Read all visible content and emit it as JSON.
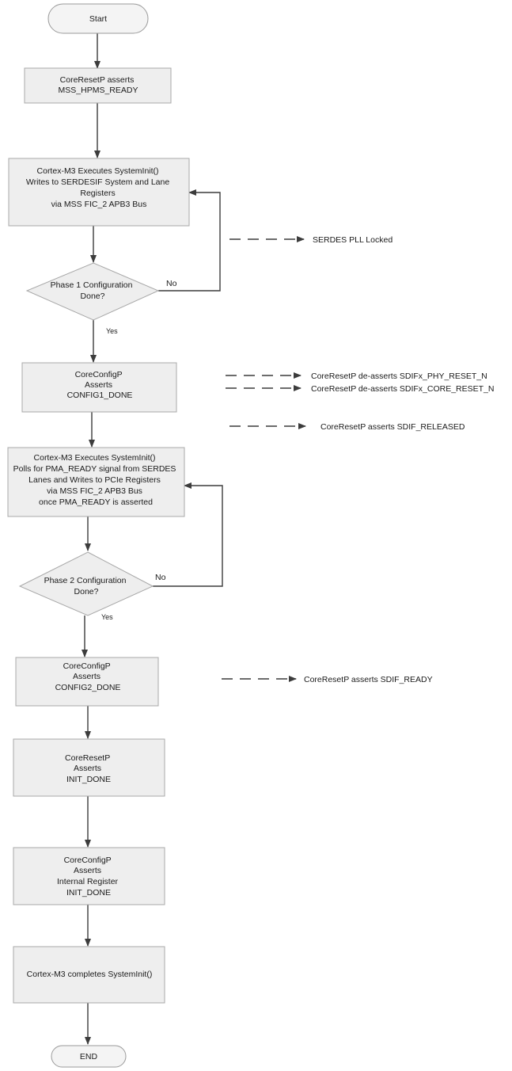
{
  "nodes": {
    "start": "Start",
    "assert_hpms": [
      "CoreResetP asserts",
      "MSS_HPMS_READY"
    ],
    "phase1_init": [
      "Cortex-M3 Executes SystemInit()",
      "Writes to SERDESIF System and Lane",
      "Registers",
      "via MSS FIC_2 APB3 Bus"
    ],
    "phase1_decision": [
      "Phase 1 Configuration",
      "Done?"
    ],
    "config1": [
      "CoreConfigP",
      "Asserts",
      "CONFIG1_DONE"
    ],
    "phase2_init": [
      "Cortex-M3 Executes SystemInit()",
      "Polls for PMA_READY signal from SERDES",
      "Lanes  and  Writes to PCIe  Registers",
      "via MSS FIC_2 APB3 Bus",
      "once PMA_READY is asserted"
    ],
    "phase2_decision": [
      "Phase 2 Configuration",
      "Done?"
    ],
    "config2": [
      "CoreConfigP",
      "Asserts",
      "CONFIG2_DONE"
    ],
    "init_done": [
      "CoreResetP",
      "Asserts",
      "INIT_DONE"
    ],
    "internal_init_done": [
      "CoreConfigP",
      "Asserts",
      "Internal Register",
      "INIT_DONE"
    ],
    "complete": "Cortex-M3 completes SystemInit()",
    "end": "END"
  },
  "edge_labels": {
    "no_1": "No",
    "yes_1": "Yes",
    "no_2": "No",
    "yes_2": "Yes"
  },
  "signals": {
    "pll_locked": "SERDES  PLL Locked",
    "phy_reset": "CoreResetP de-asserts SDIFx_PHY_RESET_N",
    "core_reset": "CoreResetP  de-asserts SDIFx_CORE_RESET_N",
    "sdif_released": "CoreResetP asserts SDIF_RELEASED",
    "sdif_ready": "CoreResetP asserts SDIF_READY"
  }
}
